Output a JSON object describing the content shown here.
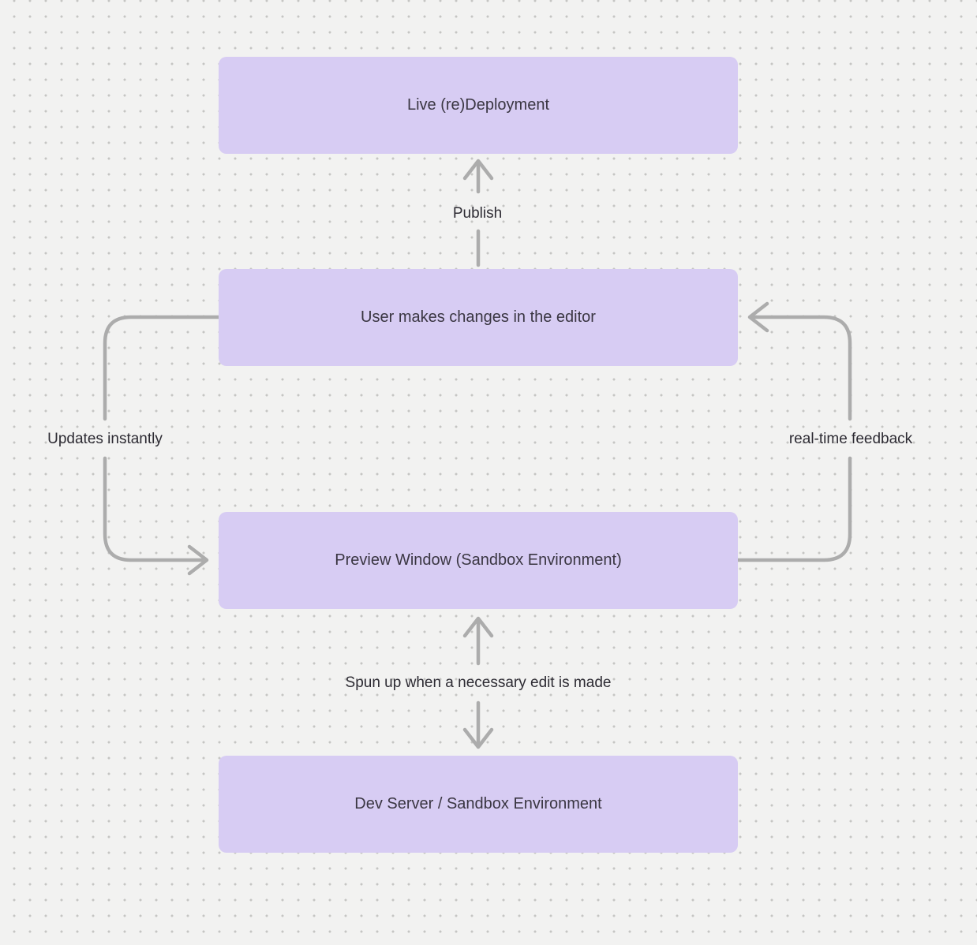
{
  "diagram": {
    "type": "flowchart",
    "background_color": "#F2F2F1",
    "dot_grid_color": "#C5C5C3",
    "node_fill_color": "#D7CCF3",
    "node_text_color": "#3A3642",
    "arrow_color": "#ACACAC",
    "label_text_color": "#2D2B33"
  },
  "nodes": [
    {
      "id": "live-redeployment",
      "label": "Live (re)Deployment"
    },
    {
      "id": "user-changes",
      "label": "User makes changes in the editor"
    },
    {
      "id": "preview-window",
      "label": "Preview Window (Sandbox Environment)"
    },
    {
      "id": "dev-server",
      "label": "Dev Server / Sandbox Environment"
    }
  ],
  "edges": [
    {
      "label": "Publish",
      "from": "user-changes",
      "to": "live-redeployment",
      "direction": "up"
    },
    {
      "label": "Updates instantly",
      "from": "user-changes",
      "to": "preview-window",
      "side": "left",
      "direction": "down"
    },
    {
      "label": "real-time feedback",
      "from": "preview-window",
      "to": "user-changes",
      "side": "right",
      "direction": "up"
    },
    {
      "label": "Spun up when a necessary edit is made",
      "from": "preview-window",
      "to": "dev-server",
      "direction": "both"
    }
  ]
}
